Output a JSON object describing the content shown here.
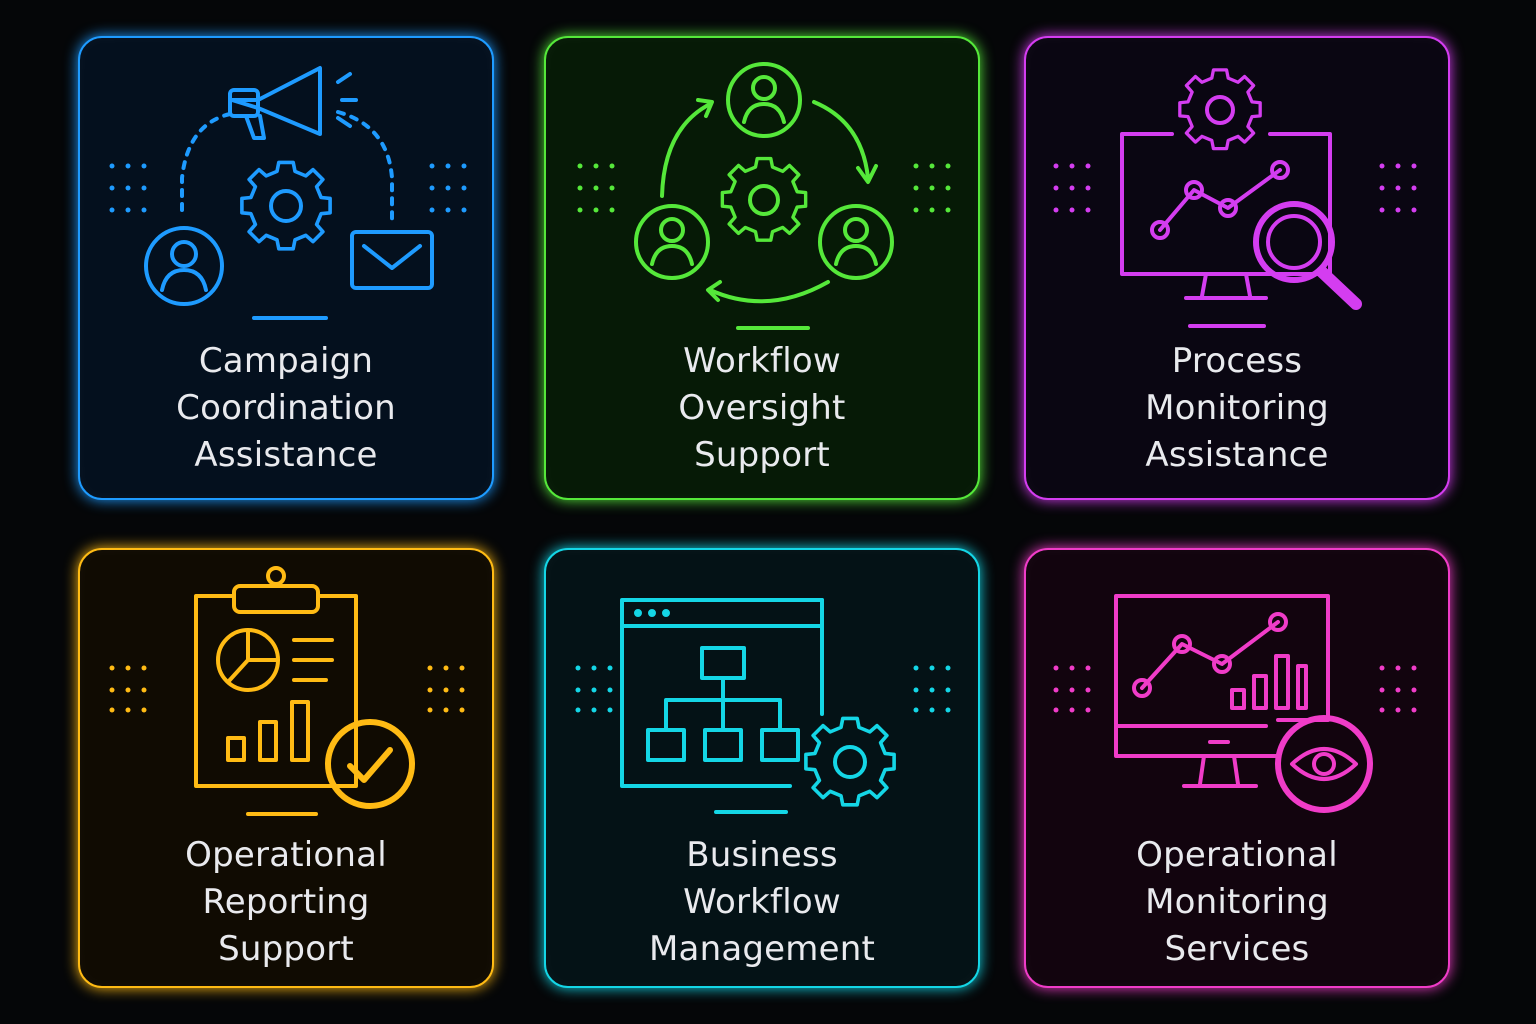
{
  "cards": [
    {
      "lines": [
        "Campaign",
        "Coordination",
        "Assistance"
      ],
      "color": "#1e9bff",
      "icon": "megaphone-gear-user-mail-icon"
    },
    {
      "lines": [
        "Workflow",
        "Oversight",
        "Support"
      ],
      "color": "#55e83a",
      "icon": "users-cycle-gear-icon"
    },
    {
      "lines": [
        "Process",
        "Monitoring",
        "Assistance"
      ],
      "color": "#d43df0",
      "icon": "monitor-chart-magnifier-icon"
    },
    {
      "lines": [
        "Operational",
        "Reporting",
        "Support"
      ],
      "color": "#ffbb14",
      "icon": "clipboard-report-check-icon"
    },
    {
      "lines": [
        "Business",
        "Workflow",
        "Management"
      ],
      "color": "#14d6e6",
      "icon": "browser-org-chart-gear-icon"
    },
    {
      "lines": [
        "Operational",
        "Monitoring",
        "Services"
      ],
      "color": "#f03cc8",
      "icon": "monitor-chart-eye-icon"
    }
  ]
}
